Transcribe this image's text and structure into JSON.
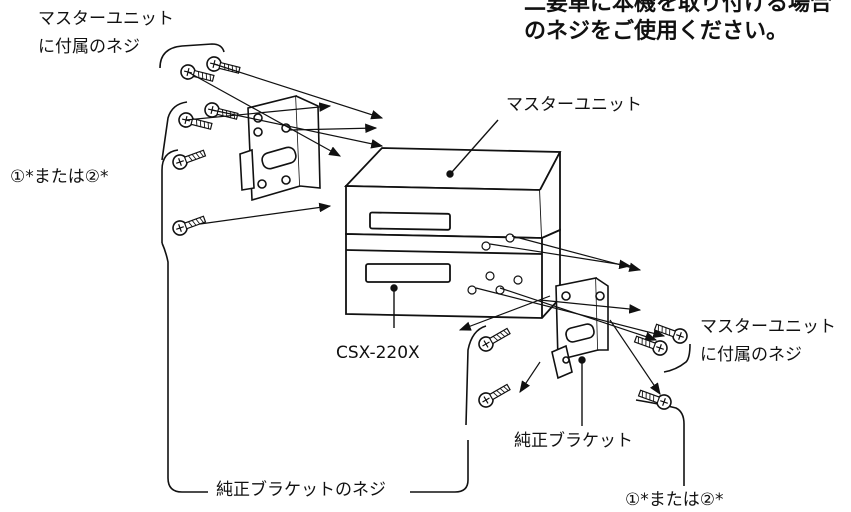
{
  "header_text": {
    "line1": "二要車に本機を取り付ける場合",
    "line2": "のネジをご使用ください。"
  },
  "labels": {
    "master_screw_top": [
      "マスターユニット",
      "に付属のネジ"
    ],
    "screw_choice_left": "①*または②*",
    "master_unit": "マスターユニット",
    "model_name": "CSX-220X",
    "master_screw_right": [
      "マスターユニット",
      "に付属のネジ"
    ],
    "genuine_bracket": "純正ブラケット",
    "genuine_bracket_screw": "純正ブラケットのネジ",
    "screw_choice_bottom": "①*または②*"
  }
}
